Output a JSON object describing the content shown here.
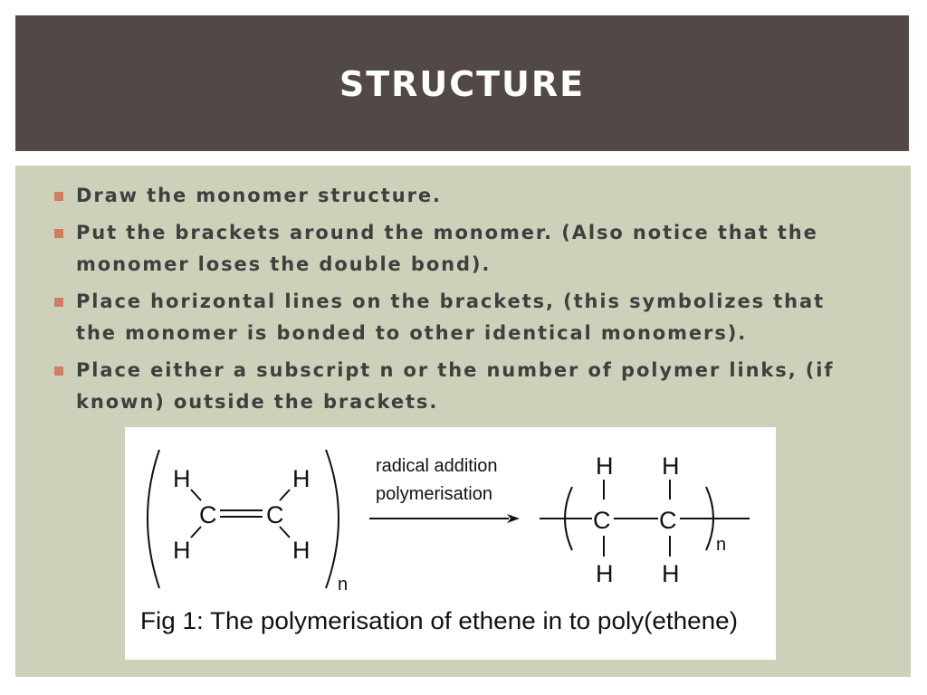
{
  "slide": {
    "title": "STRUCTURE",
    "bullets": [
      "Draw the monomer structure.",
      "Put the brackets around the monomer.  (Also notice that the monomer loses the double bond).",
      "Place horizontal lines on the brackets, (this symbolizes that the monomer is bonded to other identical monomers).",
      "Place either a subscript n or the number of polymer links, (if known) outside the brackets."
    ]
  },
  "figure": {
    "atoms": {
      "h": "H",
      "c": "C",
      "n": "n"
    },
    "arrow_label_line1": "radical addition",
    "arrow_label_line2": "polymerisation",
    "caption": "Fig 1: The polymerisation of ethene in to poly(ethene)"
  },
  "colors": {
    "title_bar": "#524846",
    "content_bg": "#ced1b9",
    "bullet": "#d17c63",
    "text": "#3f3f3f"
  }
}
